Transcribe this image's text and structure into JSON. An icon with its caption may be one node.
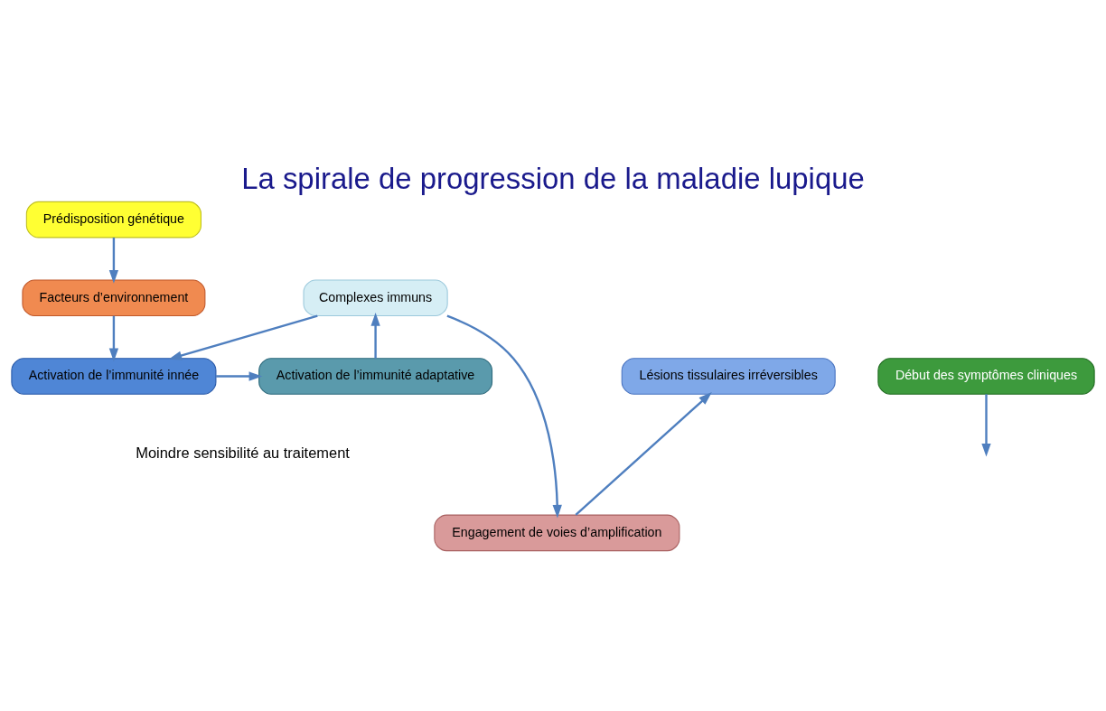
{
  "diagram": {
    "title": "La spirale de progression de la maladie lupique",
    "nodes": [
      {
        "text": [
          "Complexes immuns"
        ]
      },
      {
        "text": [
          "Facteurs d’environnement"
        ]
      },
      {
        "text": [
          "Lésions tissulaires irréversibles"
        ]
      },
      {
        "text": [
          "Activation de l’immunité adaptative"
        ]
      },
      {
        "text": [
          "Début des symptômes cliniques"
        ]
      },
      {
        "text": [
          "Activation de l’immunité innée"
        ]
      },
      {
        "text": [
          "Prédisposition génétique"
        ]
      },
      {
        "text": [
          "Engagement de voies d’amplification"
        ]
      }
    ],
    "edges": [
      {
        "from": 6,
        "to": 1,
        "arrow": "to"
      },
      {
        "from": 1,
        "to": 5,
        "arrow": "to"
      },
      {
        "from": 5,
        "to": 3,
        "arrow": "to"
      },
      {
        "from": 3,
        "to": 0,
        "arrow": "to"
      },
      {
        "from": 0,
        "to": 5,
        "arrow": "to"
      },
      {
        "from": 0,
        "to": 7,
        "arrow": "to"
      },
      {
        "from": 4,
        "to": null,
        "arrow": "to"
      },
      {
        "from": 7,
        "to": 2,
        "arrow": "to"
      }
    ],
    "labels": [
      "Moindre sensibilité au traitement"
    ]
  }
}
